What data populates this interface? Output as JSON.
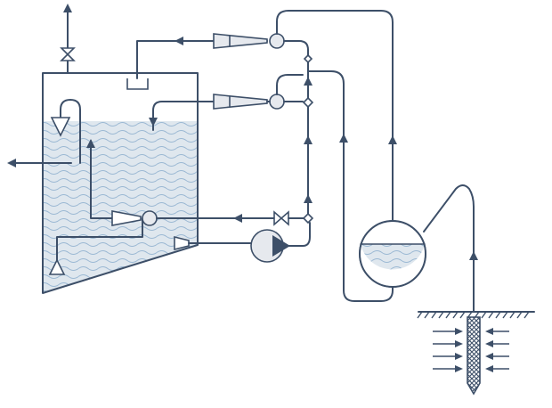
{
  "colors": {
    "line": "#3d4f68",
    "water_fill": "#dfe7ee",
    "wave": "#8fb0cf",
    "component_fill": "#e6e9ee",
    "background": "#ffffff"
  },
  "components": [
    "tank",
    "vent-valve",
    "tank-outlet-cap",
    "ejector-upper",
    "ejector-middle",
    "ejector-lower",
    "main-pump",
    "pressure-vessel",
    "well",
    "ground"
  ],
  "icons": [
    "flow-arrow-icon",
    "valve-icon",
    "pump-icon",
    "ejector-icon",
    "nozzle-icon",
    "junction-icon",
    "screen-icon"
  ]
}
